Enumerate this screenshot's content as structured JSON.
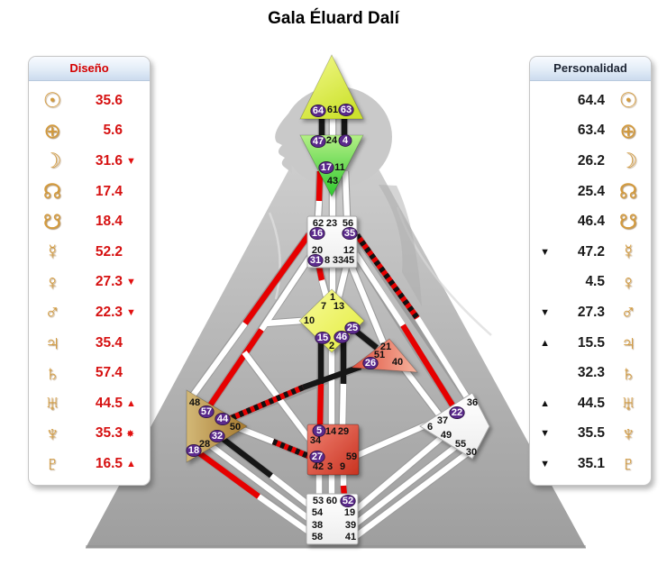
{
  "title": "Gala Éluard Dalí",
  "colors": {
    "design_red": "#e60000",
    "personality_black": "#161616",
    "activated_gate_purple": "#5b2a8c",
    "planet_gold": "#d39a3c",
    "design_header_text": "#d40000",
    "personality_header_text": "#1c2433"
  },
  "design_panel": {
    "header": "Diseño",
    "rows": [
      {
        "planet": "sun",
        "glyph": "☉",
        "value": "35.6",
        "arrow": ""
      },
      {
        "planet": "earth",
        "glyph": "⊕",
        "value": "5.6",
        "arrow": ""
      },
      {
        "planet": "moon",
        "glyph": "☽",
        "value": "31.6",
        "arrow": "▼"
      },
      {
        "planet": "north-node",
        "glyph": "☊",
        "value": "17.4",
        "arrow": ""
      },
      {
        "planet": "south-node",
        "glyph": "☋",
        "value": "18.4",
        "arrow": ""
      },
      {
        "planet": "mercury",
        "glyph": "☿",
        "value": "52.2",
        "arrow": ""
      },
      {
        "planet": "venus",
        "glyph": "♀",
        "value": "27.3",
        "arrow": "▼"
      },
      {
        "planet": "mars",
        "glyph": "♂",
        "value": "22.3",
        "arrow": "▼"
      },
      {
        "planet": "jupiter",
        "glyph": "♃",
        "value": "35.4",
        "arrow": ""
      },
      {
        "planet": "saturn",
        "glyph": "♄",
        "value": "57.4",
        "arrow": ""
      },
      {
        "planet": "uranus",
        "glyph": "♅",
        "value": "44.5",
        "arrow": "▲"
      },
      {
        "planet": "neptune",
        "glyph": "♆",
        "value": "35.3",
        "arrow": "✸"
      },
      {
        "planet": "pluto",
        "glyph": "♇",
        "value": "16.5",
        "arrow": "▲"
      }
    ]
  },
  "personality_panel": {
    "header": "Personalidad",
    "rows": [
      {
        "planet": "sun",
        "glyph": "☉",
        "value": "64.4",
        "arrow": ""
      },
      {
        "planet": "earth",
        "glyph": "⊕",
        "value": "63.4",
        "arrow": ""
      },
      {
        "planet": "moon",
        "glyph": "☽",
        "value": "26.2",
        "arrow": ""
      },
      {
        "planet": "north-node",
        "glyph": "☊",
        "value": "25.4",
        "arrow": ""
      },
      {
        "planet": "south-node",
        "glyph": "☋",
        "value": "46.4",
        "arrow": ""
      },
      {
        "planet": "mercury",
        "glyph": "☿",
        "value": "47.2",
        "arrow": "▼"
      },
      {
        "planet": "venus",
        "glyph": "♀",
        "value": "4.5",
        "arrow": ""
      },
      {
        "planet": "mars",
        "glyph": "♂",
        "value": "27.3",
        "arrow": "▼"
      },
      {
        "planet": "jupiter",
        "glyph": "♃",
        "value": "15.5",
        "arrow": "▲"
      },
      {
        "planet": "saturn",
        "glyph": "♄",
        "value": "32.3",
        "arrow": ""
      },
      {
        "planet": "uranus",
        "glyph": "♅",
        "value": "44.5",
        "arrow": "▲"
      },
      {
        "planet": "neptune",
        "glyph": "♆",
        "value": "35.5",
        "arrow": "▼"
      },
      {
        "planet": "pluto",
        "glyph": "♇",
        "value": "35.1",
        "arrow": "▼"
      }
    ]
  },
  "bodygraph": {
    "defined_centers": [
      "head",
      "ajna",
      "g",
      "heart",
      "spleen",
      "sacral"
    ],
    "open_centers": [
      "throat",
      "solar_plexus",
      "root"
    ],
    "circled_gates": [
      "64",
      "63",
      "47",
      "4",
      "17",
      "16",
      "35",
      "31",
      "25",
      "15",
      "46",
      "26",
      "57",
      "44",
      "32",
      "18",
      "22",
      "5",
      "27",
      "52"
    ],
    "channel_marks": [
      {
        "channel": "64-47",
        "mark": "personality"
      },
      {
        "channel": "63-4",
        "mark": "personality"
      },
      {
        "channel": "17-62",
        "mark": "design half (17)"
      },
      {
        "channel": "31-7",
        "mark": "design half (31)"
      },
      {
        "channel": "16-48",
        "mark": "design half (16)"
      },
      {
        "channel": "20-57",
        "mark": "design half (57)"
      },
      {
        "channel": "15-5",
        "mark": "personality (15) + design (5)"
      },
      {
        "channel": "46-29",
        "mark": "personality half (46)"
      },
      {
        "channel": "25-51",
        "mark": "personality half (25)"
      },
      {
        "channel": "26-44",
        "mark": "personality (26) + both (44)"
      },
      {
        "channel": "35-36",
        "mark": "both half (35)"
      },
      {
        "channel": "12-22",
        "mark": "design half (22)"
      },
      {
        "channel": "50-27",
        "mark": "both half (27)"
      },
      {
        "channel": "32-54",
        "mark": "personality half (32)"
      },
      {
        "channel": "18-58",
        "mark": "design half (18)"
      },
      {
        "channel": "9-52",
        "mark": "design half (52)"
      }
    ],
    "centers": {
      "head": {
        "gates": [
          "64",
          "61",
          "63"
        ]
      },
      "ajna": {
        "gates": [
          "47",
          "24",
          "4",
          "17",
          "11",
          "43"
        ]
      },
      "throat": {
        "gates": [
          "62",
          "23",
          "56",
          "16",
          "35",
          "20",
          "12",
          "31",
          "8",
          "33",
          "45"
        ]
      },
      "g": {
        "gates": [
          "1",
          "7",
          "13",
          "10",
          "25",
          "15",
          "46",
          "2"
        ]
      },
      "heart": {
        "gates": [
          "21",
          "51",
          "26",
          "40"
        ]
      },
      "spleen": {
        "gates": [
          "48",
          "57",
          "44",
          "50",
          "32",
          "28",
          "18"
        ]
      },
      "solar_plexus": {
        "gates": [
          "36",
          "22",
          "37",
          "6",
          "49",
          "55",
          "30"
        ]
      },
      "sacral": {
        "gates": [
          "5",
          "14",
          "29",
          "34",
          "27",
          "59",
          "42",
          "3",
          "9"
        ]
      },
      "root": {
        "gates": [
          "53",
          "60",
          "52",
          "54",
          "19",
          "38",
          "39",
          "58",
          "41"
        ]
      }
    }
  }
}
